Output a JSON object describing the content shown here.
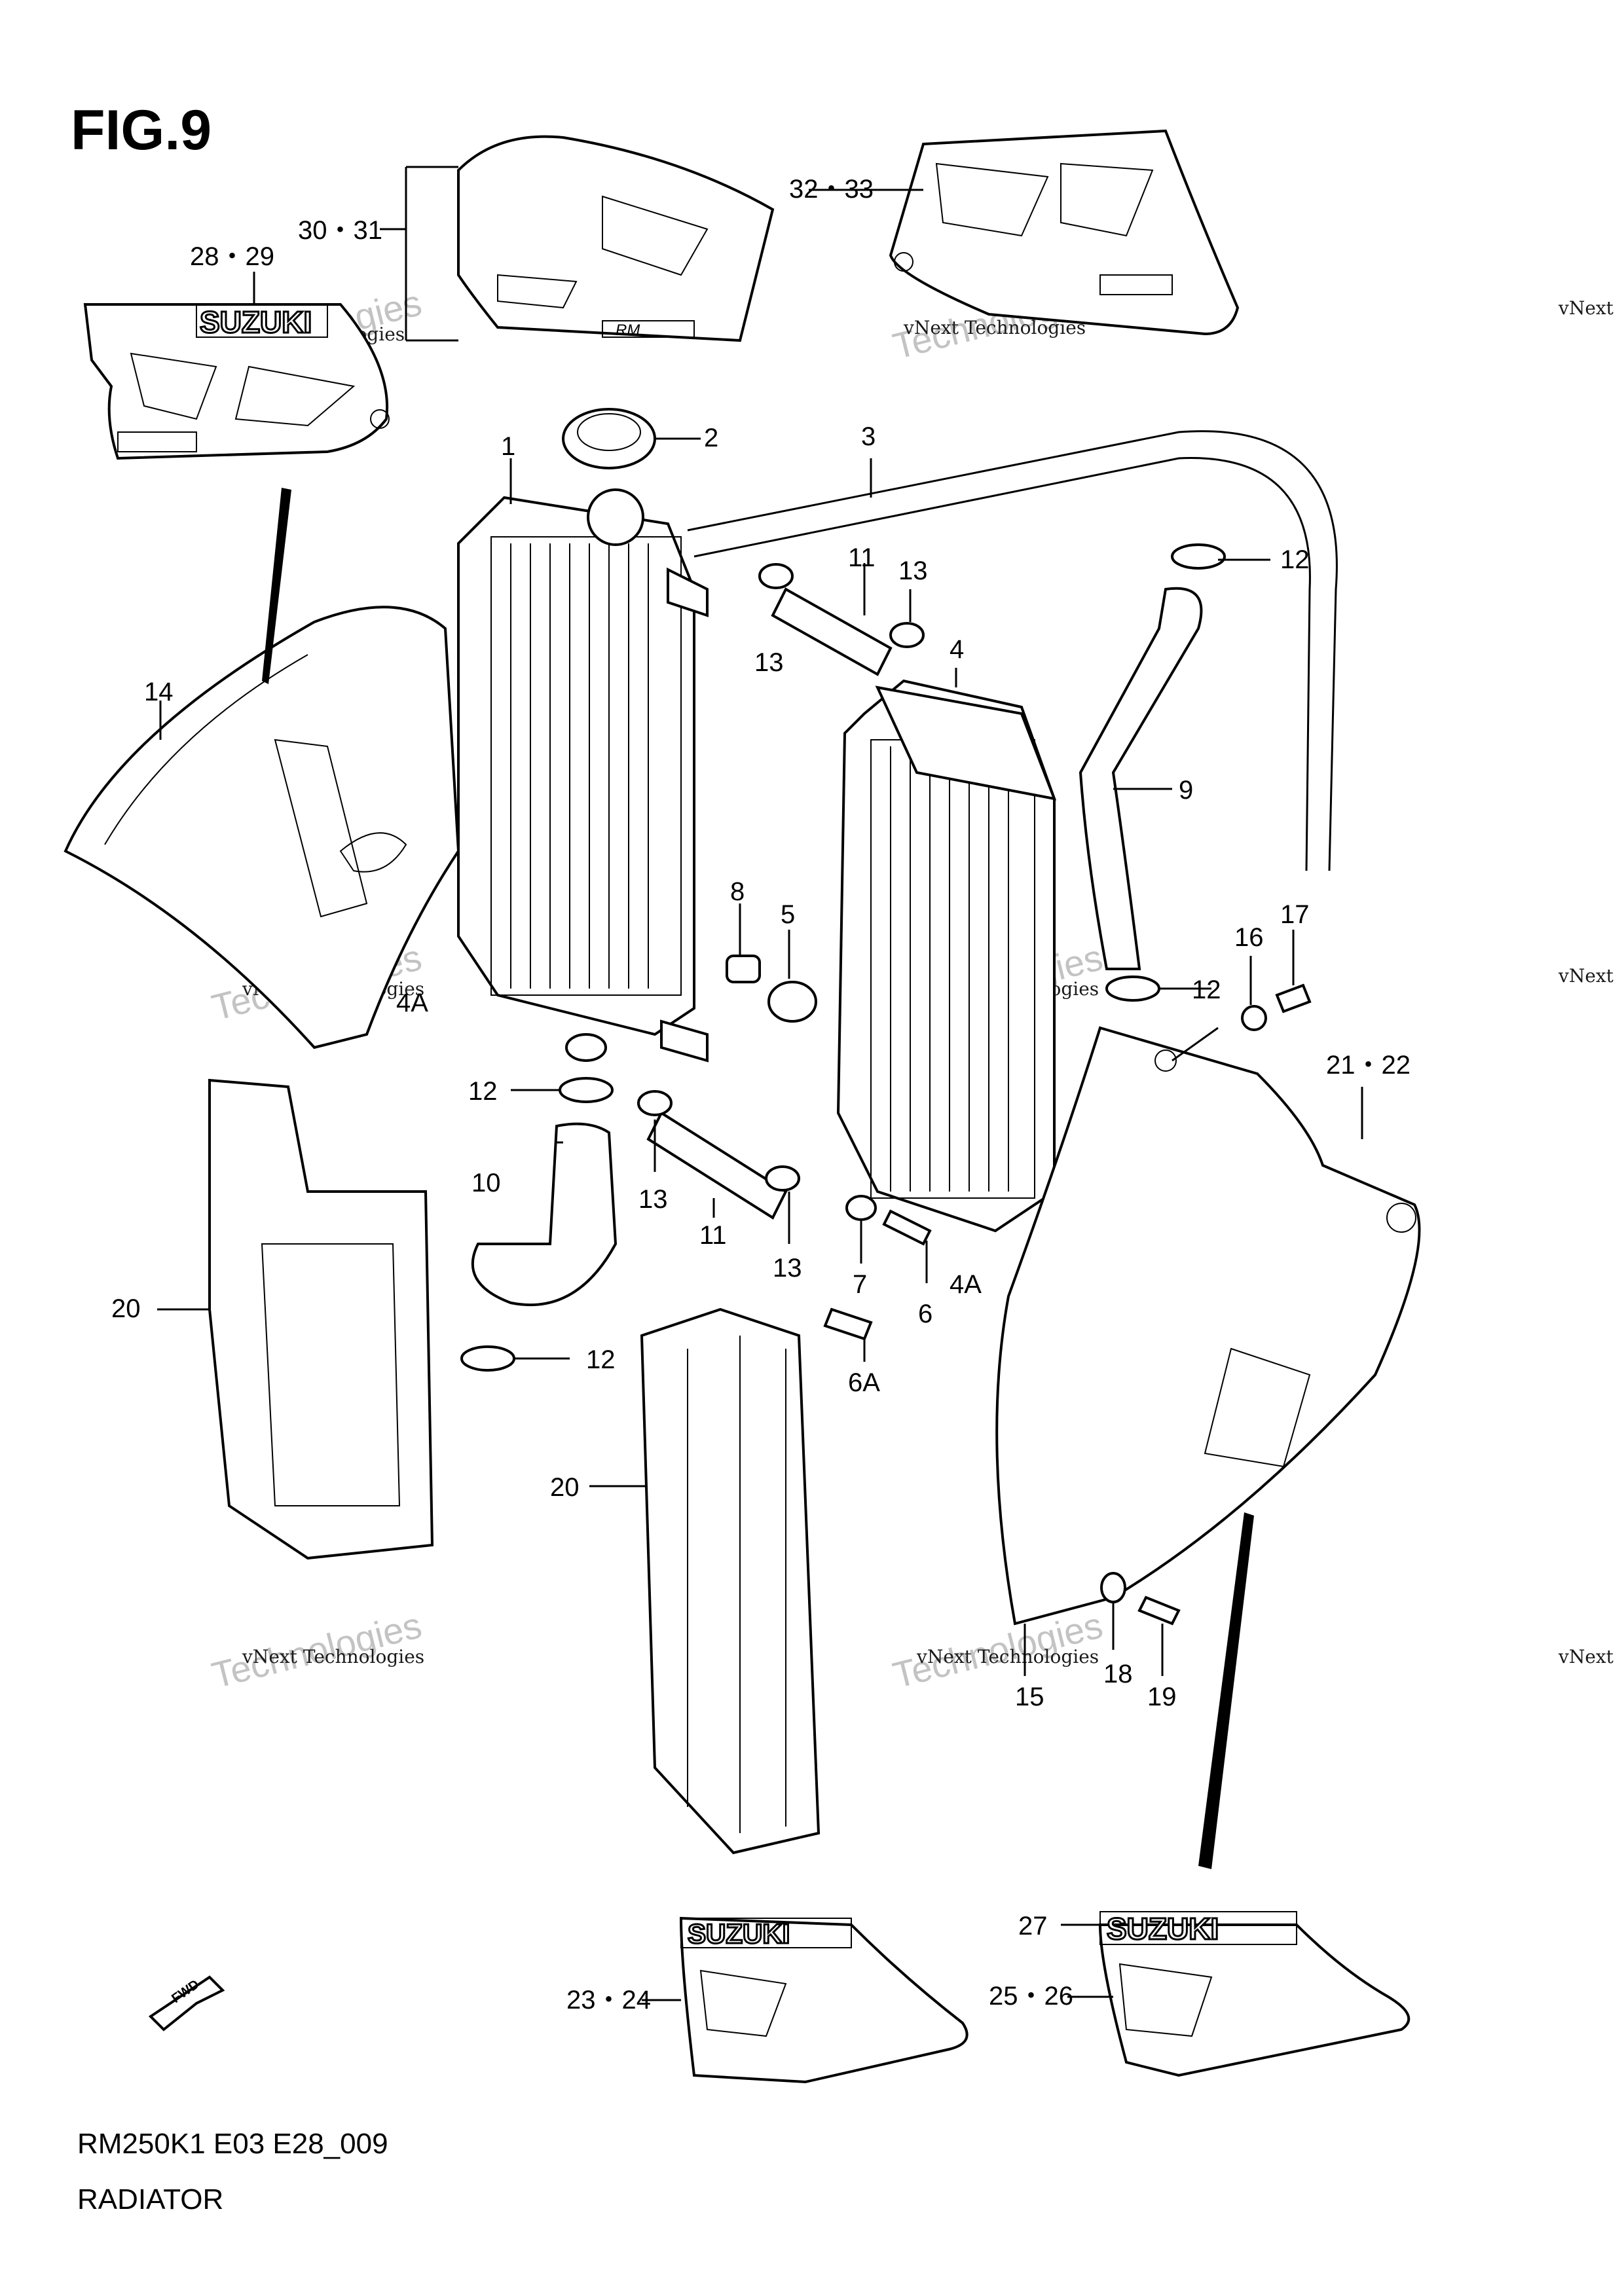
{
  "figure": {
    "title": "FIG.9",
    "code": "RM250K1 E03 E28_009",
    "name": "RADIATOR"
  },
  "watermark": {
    "line1": "vNext Technologies",
    "line2": "Technologies",
    "line3": "vNext"
  },
  "decal_text": {
    "brand": "SUZUKI",
    "model": "RM",
    "fwd": "FWD"
  },
  "callouts": [
    {
      "id": "c30_31",
      "text": "30・31"
    },
    {
      "id": "c32_33",
      "text": "32・33"
    },
    {
      "id": "c28_29",
      "text": "28・29"
    },
    {
      "id": "c1",
      "text": "1"
    },
    {
      "id": "c2",
      "text": "2"
    },
    {
      "id": "c3",
      "text": "3"
    },
    {
      "id": "c11a",
      "text": "11"
    },
    {
      "id": "c13a",
      "text": "13"
    },
    {
      "id": "c13b",
      "text": "13"
    },
    {
      "id": "c12a",
      "text": "12"
    },
    {
      "id": "c4",
      "text": "4"
    },
    {
      "id": "c14",
      "text": "14"
    },
    {
      "id": "c9",
      "text": "9"
    },
    {
      "id": "c8",
      "text": "8"
    },
    {
      "id": "c5",
      "text": "5"
    },
    {
      "id": "c16",
      "text": "16"
    },
    {
      "id": "c17",
      "text": "17"
    },
    {
      "id": "c12b",
      "text": "12"
    },
    {
      "id": "c4Aa",
      "text": "4A"
    },
    {
      "id": "c21_22",
      "text": "21・22"
    },
    {
      "id": "c12c",
      "text": "12"
    },
    {
      "id": "c10",
      "text": "10"
    },
    {
      "id": "c13c",
      "text": "13"
    },
    {
      "id": "c11b",
      "text": "11"
    },
    {
      "id": "c13d",
      "text": "13"
    },
    {
      "id": "c7",
      "text": "7"
    },
    {
      "id": "c6",
      "text": "6"
    },
    {
      "id": "c4Ab",
      "text": "4A"
    },
    {
      "id": "c20a",
      "text": "20"
    },
    {
      "id": "c6A",
      "text": "6A"
    },
    {
      "id": "c12d",
      "text": "12"
    },
    {
      "id": "c20b",
      "text": "20"
    },
    {
      "id": "c15",
      "text": "15"
    },
    {
      "id": "c18",
      "text": "18"
    },
    {
      "id": "c19",
      "text": "19"
    },
    {
      "id": "c27",
      "text": "27"
    },
    {
      "id": "c23_24",
      "text": "23・24"
    },
    {
      "id": "c25_26",
      "text": "25・26"
    }
  ]
}
